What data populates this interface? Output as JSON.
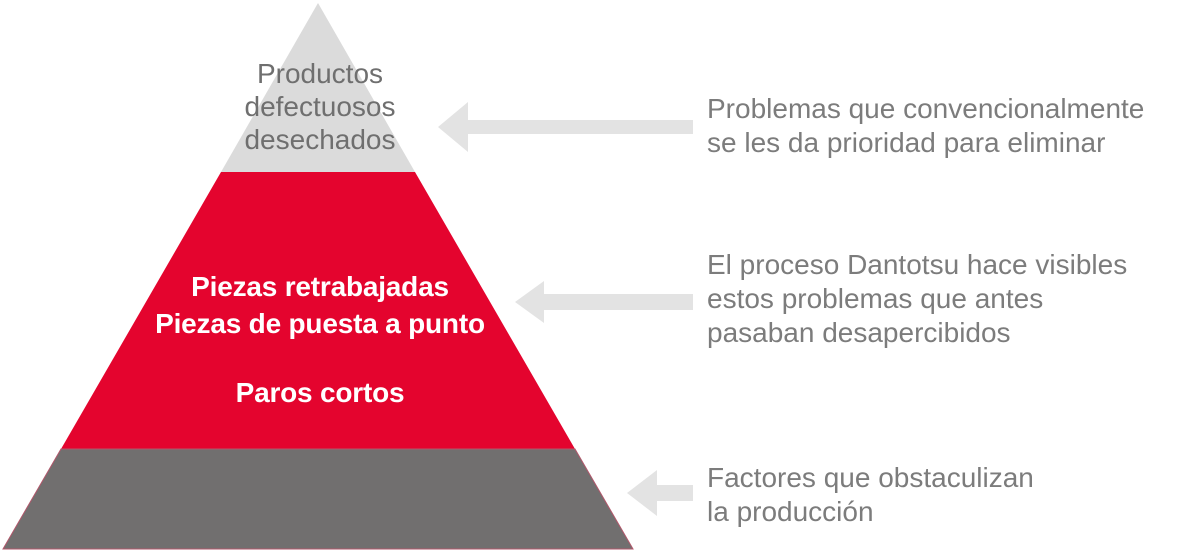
{
  "diagram": {
    "title": "Dantotsu problem-visibility pyramid",
    "pyramid": {
      "top_section": {
        "label_lines": [
          "Productos",
          "defectuosos",
          "desechados"
        ]
      },
      "middle_section": {
        "label_lines": [
          "Piezas retrabajadas",
          "Piezas de puesta a punto"
        ],
        "label_detached": "Paros cortos"
      },
      "bottom_section": {
        "label_lines": []
      }
    },
    "annotations": [
      {
        "target": "top_section",
        "lines": [
          "Problemas que convencionalmente",
          "se les da prioridad para eliminar"
        ]
      },
      {
        "target": "middle_section",
        "lines": [
          "El proceso Dantotsu hace visibles",
          "estos problemas que antes",
          "pasaban desapercibidos"
        ]
      },
      {
        "target": "bottom_section",
        "lines": [
          "Factores que obstaculizan",
          "la producción"
        ]
      }
    ],
    "colors": {
      "top_section": "#dbdbdb",
      "middle_section": "#e4042e",
      "bottom_section": "#716f6f",
      "bottom_edge_line": "#b2576b",
      "arrow": "#e3e3e3",
      "annotation_text": "#7c7c7c",
      "pyramid_top_text": "#6f6f6f",
      "pyramid_middle_text": "#ffffff"
    }
  }
}
